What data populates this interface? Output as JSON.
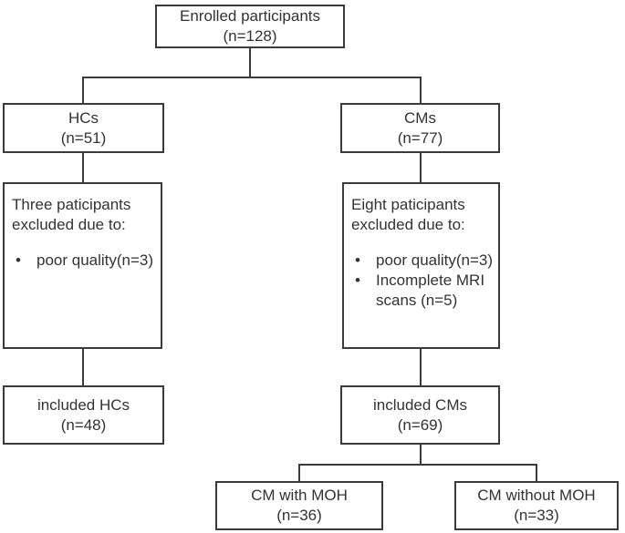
{
  "colors": {
    "line": "#3a3a3a",
    "text": "#333333",
    "box-bg": "#ffffff",
    "page-bg": "#ffffff"
  },
  "bullet_glyph": "•",
  "nodes": {
    "enrolled": {
      "label": "Enrolled participants",
      "count": "(n=128)"
    },
    "hcs": {
      "label": "HCs",
      "count": "(n=51)"
    },
    "cms": {
      "label": "CMs",
      "count": "(n=77)"
    },
    "hcs_excluded": {
      "line1": "Three paticipants",
      "line2": "excluded due to:",
      "bullets": [
        "poor quality(n=3)"
      ]
    },
    "cms_excluded": {
      "line1": "Eight paticipants",
      "line2": "excluded due to:",
      "bullets": [
        "poor quality(n=3)",
        "Incomplete MRI scans (n=5)"
      ]
    },
    "included_hcs": {
      "label": "included HCs",
      "count": "(n=48)"
    },
    "included_cms": {
      "label": "included CMs",
      "count": "(n=69)"
    },
    "cm_with_moh": {
      "label": "CM with MOH",
      "count": "(n=36)"
    },
    "cm_without_moh": {
      "label": "CM without MOH",
      "count": "(n=33)"
    }
  }
}
